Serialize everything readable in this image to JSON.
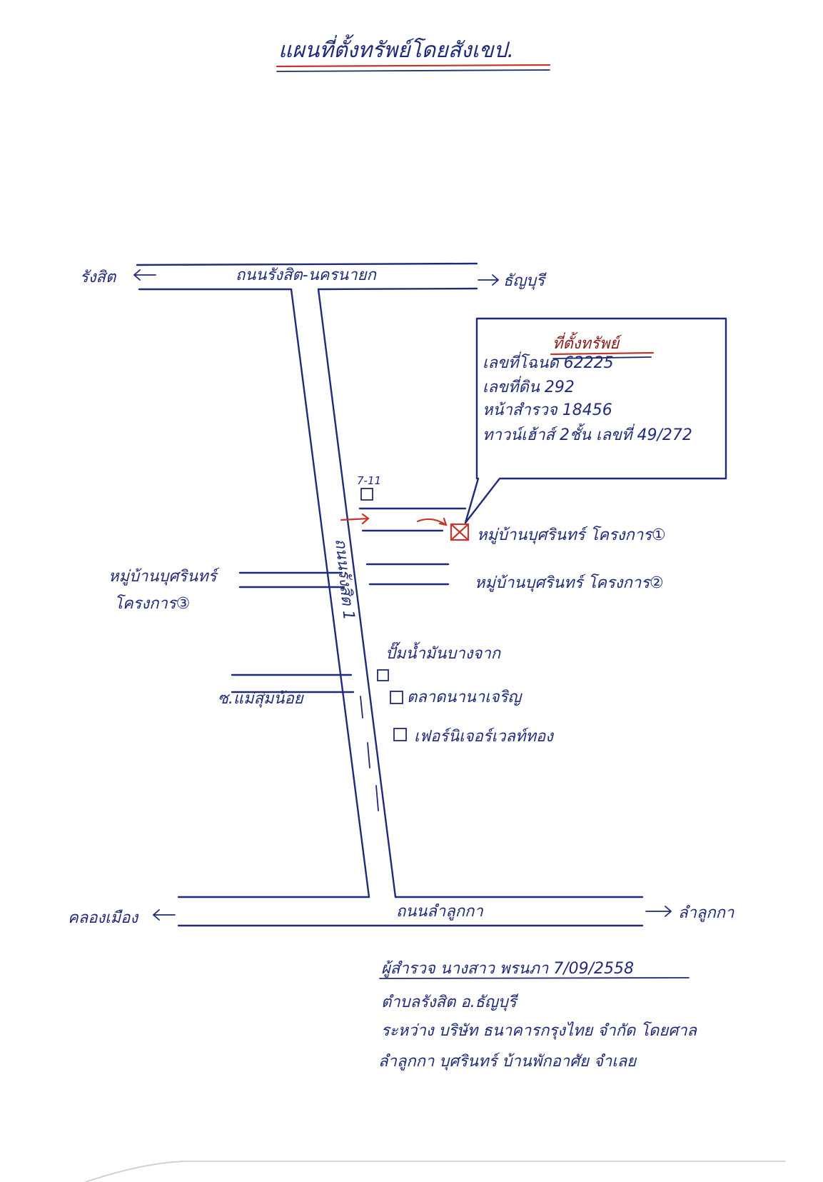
{
  "title": "แผนที่ตั้งทรัพย์โดยสังเขป.",
  "roads": {
    "top_road": "ถนนรังสิต-นครนายก",
    "top_left_direction": "รังสิต",
    "top_right_direction": "ธัญบุรี",
    "vertical_road": "ถนนรังสิต 1",
    "bottom_road": "ถนนลำลูกกา",
    "bottom_left_direction": "คลองเมือง",
    "bottom_right_direction": "ลำลูกกา",
    "side_soi_left": "ซ.แม่สุ่มน้อย",
    "seven_eleven": "7-11"
  },
  "property_box": {
    "heading": "ที่ตั้งทรัพย์",
    "lines": [
      "เลขที่โฉนด 62225",
      "เลขที่ดิน 292",
      "หน้าสำรวจ 18456",
      "ทาวน์เฮ้าส์ 2ชั้น เลขที่ 49/272"
    ]
  },
  "landmarks": {
    "project_1": "หมู่บ้านบุศรินทร์ โครงการ①",
    "project_2": "หมู่บ้านบุศรินทร์ โครงการ②",
    "project_3_line1": "หมู่บ้านบุศรินทร์",
    "project_3_line2": "โครงการ③",
    "gas_station": "ปั๊มน้ำมันบางจาก",
    "market": "ตลาดนานาเจริญ",
    "furniture": "เฟอร์นิเจอร์เวลท์ทอง"
  },
  "signature": {
    "line1": "ผู้สำรวจ นางสาว พรนภา 7/09/2558",
    "line2": "ตำบลรังสิต อ.ธัญบุรี",
    "line3": "ระหว่าง บริษัท ธนาคารกรุงไทย จำกัด โดยศาล",
    "line4": "ลำลูกกา บุศรินทร์ บ้านพักอาศัย จำเลย"
  }
}
